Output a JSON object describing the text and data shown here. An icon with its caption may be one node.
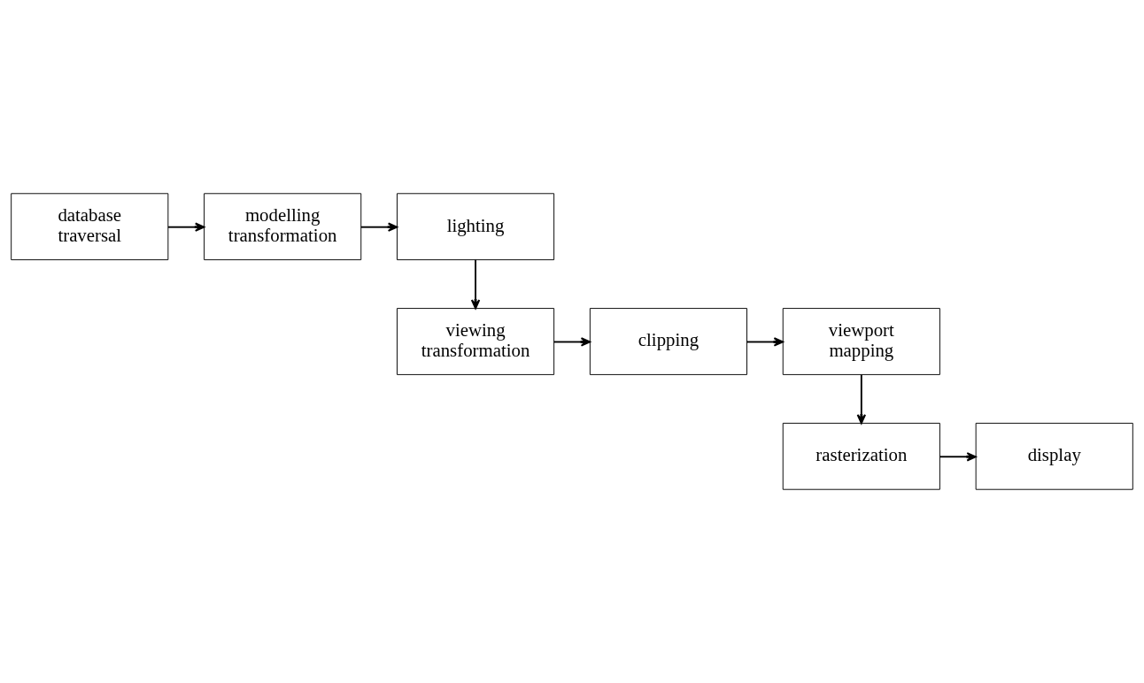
{
  "diagram": {
    "nodes": [
      {
        "text": [
          "database traversal"
        ]
      },
      {
        "text": [
          "modelling transformation"
        ]
      },
      {
        "text": [
          "lighting"
        ]
      },
      {
        "text": [
          "viewing transformation"
        ]
      },
      {
        "text": [
          "clipping"
        ]
      },
      {
        "text": [
          "viewport mapping"
        ]
      },
      {
        "text": [
          "rasterization"
        ]
      },
      {
        "text": [
          "display"
        ]
      }
    ],
    "edges": [
      {
        "from": 0,
        "to": 1,
        "arrow": "to"
      },
      {
        "from": 1,
        "to": 2,
        "arrow": "to"
      },
      {
        "from": 2,
        "to": 3,
        "arrow": "to"
      },
      {
        "from": 3,
        "to": 4,
        "arrow": "to"
      },
      {
        "from": 4,
        "to": 5,
        "arrow": "to"
      },
      {
        "from": 5,
        "to": 6,
        "arrow": "to"
      },
      {
        "from": 6,
        "to": 7,
        "arrow": "to"
      }
    ]
  }
}
